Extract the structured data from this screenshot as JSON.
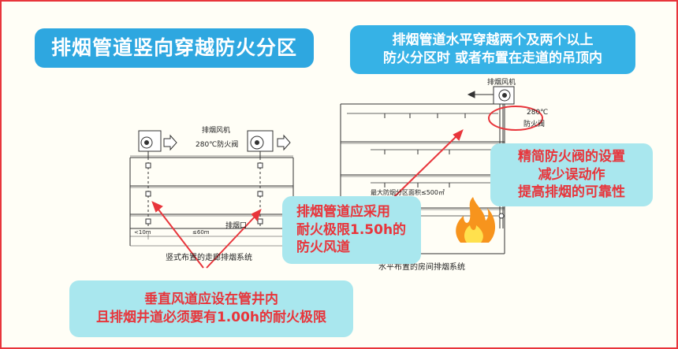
{
  "title": "排烟管道竖向穿越防火分区",
  "horizontal_note": [
    "排烟管道水平穿越两个及两个以上",
    "防火分区时  或者布置在走道的吊顶内"
  ],
  "vertical_note": [
    "垂直风道应设在管井内",
    "且排烟井道必须要有1.00h的耐火极限"
  ],
  "duct_note": [
    "排烟管道应采用",
    "耐火极限1.50h的",
    "防火风道"
  ],
  "damper_note": [
    "精简防火阀的设置",
    "减少误动作",
    "提高排烟的可靠性"
  ],
  "left_diagram": {
    "fan_label": "排烟风机",
    "damper_label": "280℃防火阀",
    "outlet_label": "排烟口",
    "dim_left": "<10m",
    "dim_mid": "≤60m",
    "caption": "竖式布置的走廊排烟系统"
  },
  "right_diagram": {
    "fan_label": "排烟风机",
    "temp_label": "280℃",
    "damper_label": "防火阀",
    "area_label": "最大防烟分区面积≤500㎡",
    "caption": "水平布置的房间排烟系统"
  },
  "colors": {
    "border": "#e8353b",
    "title_bg": "#2ea7e0",
    "note_bg": "#a9e7ee",
    "note_text": "#e8353b",
    "arrow": "#e8353b"
  },
  "icons": [
    "fan-icon",
    "fire-icon",
    "arrow-right-icon"
  ]
}
